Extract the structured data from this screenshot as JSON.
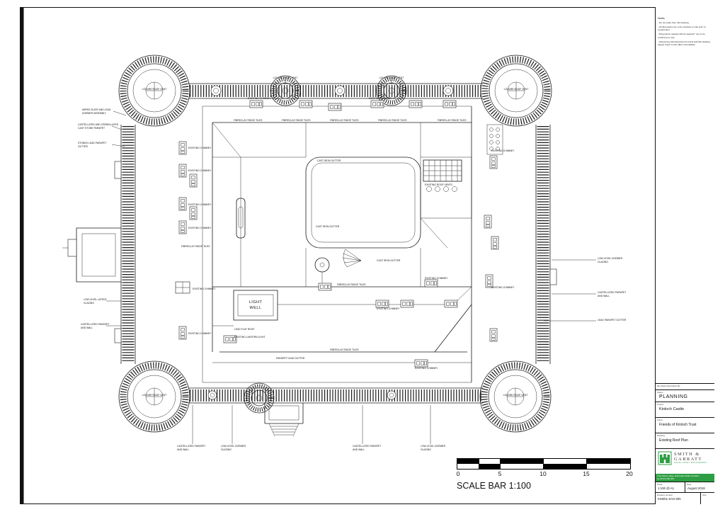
{
  "notes": {
    "heading": "Notes:",
    "lines": [
      "- Do not scale from this drawing.",
      "- All dimensions are to be checked on site prior to construction.",
      "- Dimensions marked with an asterisk * are to be confirmed on site.",
      "- Should any discrepancies be found with this drawing please report to this office immediately."
    ]
  },
  "titleblock": {
    "rev_header": "Rev   Date   Description   By",
    "status_label": "Status",
    "status": "PLANNING",
    "project_label": "Project",
    "project": "Kinloch Castle",
    "client_label": "Client",
    "client": "Friends of Kinloch Trust",
    "drawing_label": "Drawing",
    "drawing": "Existing Roof Plan",
    "firm_name_1": "SMITH &",
    "firm_name_2": "GARRATT",
    "firm_tagline": "RURAL ASSET MANAGEMENT",
    "firm_address": "Thornbank Lodge, Edinburgh Road, Peebles",
    "firm_tel": "tel 01721 000 000",
    "scale_label": "Scale",
    "scale": "1:100 @ A1",
    "date_label": "Date",
    "date": "August 2018",
    "number_label": "Drawing number",
    "number": "KIN001-SAG-005",
    "rev_label": "Rev"
  },
  "scalebar": {
    "title": "SCALE BAR 1:100",
    "ticks": [
      "0",
      "5",
      "10",
      "15",
      "20"
    ]
  },
  "plan": {
    "light_well_1": "LIGHT",
    "light_well_2": "WELL"
  },
  "annotations": [
    "WIRED SLATE AND LEAD",
    "DORMER ASSEMBLY",
    "CASTELLATED AND CRENELLATED",
    "CAST STONE PARAPET",
    "STONED LEAD PARAPET",
    "GUTTER",
    "LOW LEVEL LATENT",
    "GLAZING",
    "CASTELLATED PARAPET",
    "AND WALL",
    "LOW LEVEL DORMER",
    "GLAZING",
    "CASTELLATED PARAPET",
    "AND WALL",
    "LEAD PARAPET GUTTER",
    "CASTELLATED PARAPET",
    "AND WALL",
    "LOW LEVEL DORMER",
    "GLAZING",
    "CASTELLATED PARAPET",
    "AND WALL",
    "LOW LEVEL DORMER",
    "GLAZING",
    "FIBRECLAY RIDGE TILES",
    "FIBRECLAY RIDGE TILES",
    "FIBRECLAY RIDGE TILES",
    "FIBRECLAY RIDGE TILES",
    "FIBRECLAY RIDGE TILES",
    "FIBRECLAY RIDGE TILES",
    "FIBRECLAY RIDGE TILES",
    "CAST IRON GUTTER",
    "CAST IRON GUTTER",
    "CAST IRON GUTTER",
    "EXISTING CHIMNEY",
    "EXISTING CHIMNEY",
    "EXISTING CHIMNEY",
    "EXISTING CHIMNEY",
    "EXISTING CHIMNEY",
    "EXISTING CHIMNEY",
    "EXISTING CHIMNEY",
    "EXISTING CHIMNEY",
    "EXISTING CHIMNEY",
    "EXISTING CHIMNEY",
    "EXISTING CHIMNEY",
    "EXISTING ROOF VENTS",
    "LOUVRE ROOF VENT",
    "LOUVRE ROOF VENT",
    "LOUVRE ROOF VENT",
    "LOUVRE ROOF VENT",
    "LOUVRE ROOF VENT",
    "LOUVRE ROOF VENT",
    "LEAD FLAT ROOF",
    "EXISTING LANTERN LIGHT",
    "PARAPET LEAD GUTTER",
    "FIBRECLAY RIDGE TILES",
    "EXISTING CHIMNEY",
    "EXISTING CHIMNEY"
  ]
}
